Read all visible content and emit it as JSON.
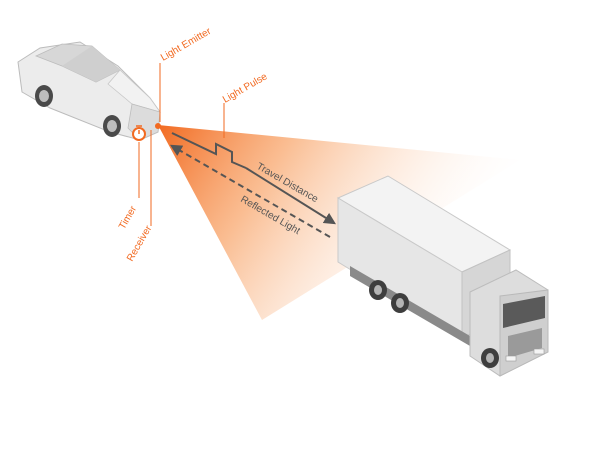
{
  "labels": {
    "light_emitter": "Light Emitter",
    "light_pulse": "Light Pulse",
    "timer": "Timer",
    "receiver": "Receiver",
    "travel_distance": "Travel Distance",
    "reflected_light": "Reflected Light"
  },
  "colors": {
    "accent": "#f26a21",
    "beam": "#f26a21",
    "arrow": "#555555",
    "car_body": "#e8e8e8",
    "truck_box": "#e4e4e4",
    "truck_cab": "#d9d9d9"
  }
}
